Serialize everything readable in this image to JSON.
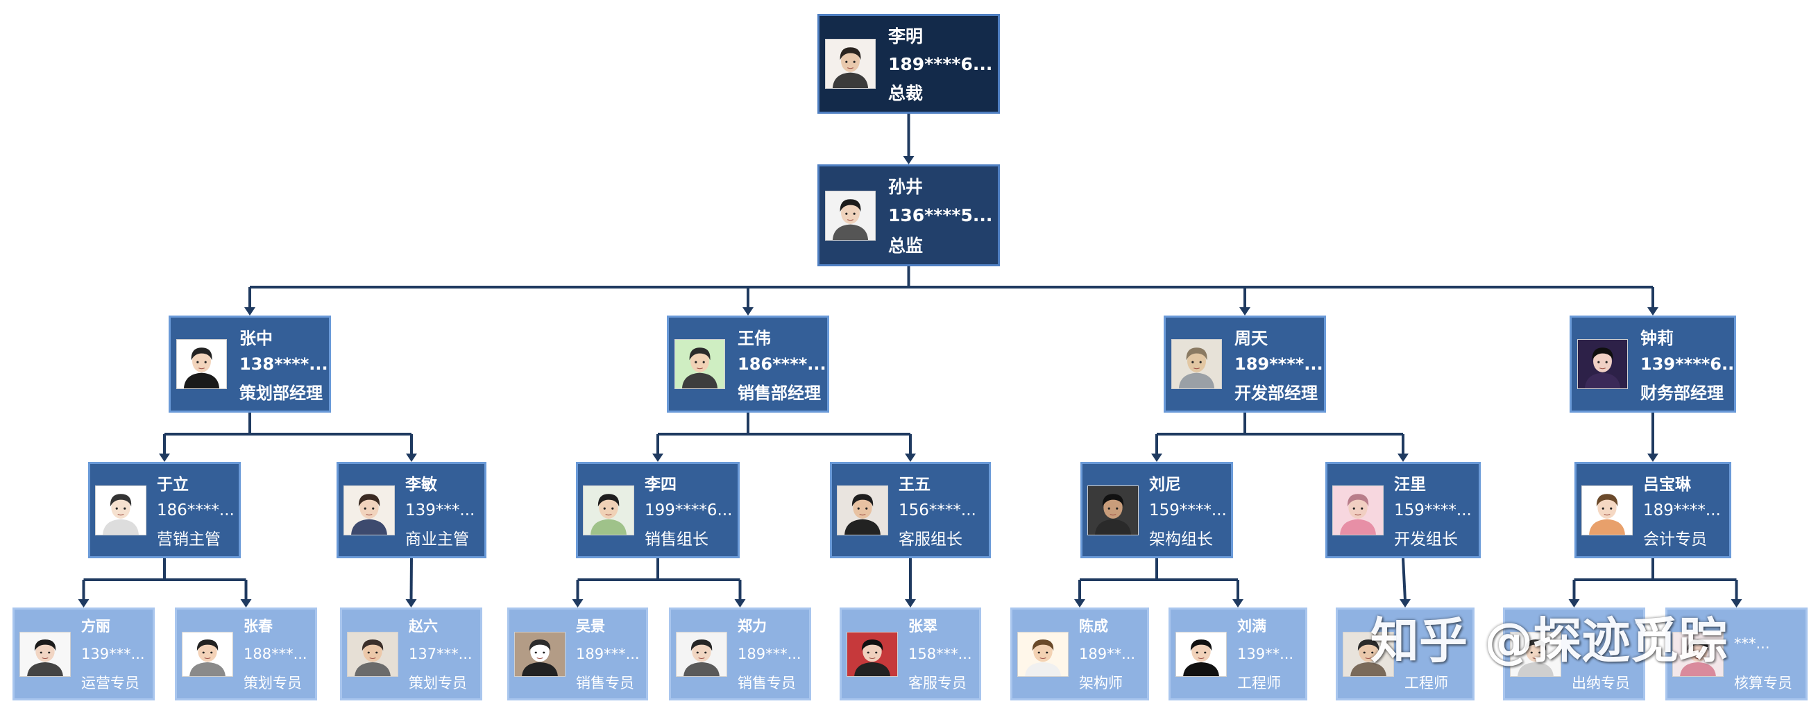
{
  "colors": {
    "connector": "#1f3a60",
    "level0": "#132a4a",
    "level1": "#22406b",
    "level2": "#345f98",
    "level3": "#345f98",
    "level4": "#8fb2e2"
  },
  "nodes": [
    {
      "id": "n0",
      "parent": null,
      "level": 0,
      "name": "李明",
      "phone": "189****6...",
      "title": "总裁",
      "avatar": "avatar-young-man-dark-hair"
    },
    {
      "id": "n1",
      "parent": "n0",
      "level": 1,
      "name": "孙井",
      "phone": "136****5...",
      "title": "总监",
      "avatar": "avatar-woman-long-hair"
    },
    {
      "id": "n2",
      "parent": "n1",
      "level": 2,
      "name": "张中",
      "phone": "138****...",
      "title": "策划部经理",
      "avatar": "avatar-man-suit"
    },
    {
      "id": "n3",
      "parent": "n1",
      "level": 2,
      "name": "王伟",
      "phone": "186****...",
      "title": "销售部经理",
      "avatar": "avatar-man-green-background"
    },
    {
      "id": "n4",
      "parent": "n1",
      "level": 2,
      "name": "周天",
      "phone": "189****...",
      "title": "开发部经理",
      "avatar": "avatar-boy-sketch"
    },
    {
      "id": "n5",
      "parent": "n1",
      "level": 2,
      "name": "钟莉",
      "phone": "139****6...",
      "title": "财务部经理",
      "avatar": "avatar-woman-dark-background"
    },
    {
      "id": "n6",
      "parent": "n2",
      "level": 3,
      "name": "于立",
      "phone": "186****...",
      "title": "营销主管",
      "avatar": "avatar-man-glasses-sketch"
    },
    {
      "id": "n7",
      "parent": "n2",
      "level": 3,
      "name": "李敏",
      "phone": "139***...",
      "title": "商业主管",
      "avatar": "avatar-woman-bob-hair"
    },
    {
      "id": "n8",
      "parent": "n3",
      "level": 3,
      "name": "李四",
      "phone": "199****6...",
      "title": "销售组长",
      "avatar": "avatar-boy-green-shirt"
    },
    {
      "id": "n9",
      "parent": "n3",
      "level": 3,
      "name": "王五",
      "phone": "156****...",
      "title": "客服组长",
      "avatar": "avatar-man-glasses"
    },
    {
      "id": "n10",
      "parent": "n4",
      "level": 3,
      "name": "刘尼",
      "phone": "159****...",
      "title": "架构组长",
      "avatar": "avatar-man-hand-on-chin"
    },
    {
      "id": "n11",
      "parent": "n4",
      "level": 3,
      "name": "汪里",
      "phone": "159****...",
      "title": "开发组长",
      "avatar": "avatar-woman-pink"
    },
    {
      "id": "n12",
      "parent": "n5",
      "level": 3,
      "name": "吕宝琳",
      "phone": "189****...",
      "title": "会计专员",
      "avatar": "avatar-girl-braids"
    },
    {
      "id": "n13",
      "parent": "n6",
      "level": 4,
      "name": "方丽",
      "phone": "139***...",
      "title": "运营专员",
      "avatar": "avatar-woman-long-hair-sketch"
    },
    {
      "id": "n14",
      "parent": "n6",
      "level": 4,
      "name": "张春",
      "phone": "188***...",
      "title": "策划专员",
      "avatar": "avatar-man-cartoon"
    },
    {
      "id": "n15",
      "parent": "n7",
      "level": 4,
      "name": "赵六",
      "phone": "137***...",
      "title": "策划专员",
      "avatar": "avatar-man-hoodie"
    },
    {
      "id": "n16",
      "parent": "n8",
      "level": 4,
      "name": "吴景",
      "phone": "189***...",
      "title": "销售专员",
      "avatar": "avatar-person-brown-background"
    },
    {
      "id": "n17",
      "parent": "n8",
      "level": 4,
      "name": "郑力",
      "phone": "189***...",
      "title": "销售专员",
      "avatar": "avatar-girl-short-hair"
    },
    {
      "id": "n18",
      "parent": "n9",
      "level": 4,
      "name": "张翠",
      "phone": "158***...",
      "title": "客服专员",
      "avatar": "avatar-woman-red-background"
    },
    {
      "id": "n19",
      "parent": "n10",
      "level": 4,
      "name": "陈成",
      "phone": "189**...",
      "title": "架构师",
      "avatar": "avatar-boy-cartoon"
    },
    {
      "id": "n20",
      "parent": "n10",
      "level": 4,
      "name": "刘满",
      "phone": "139**...",
      "title": "工程师",
      "avatar": "avatar-man-black-shirt"
    },
    {
      "id": "n21",
      "parent": "n11",
      "level": 4,
      "name": "",
      "phone": "",
      "title": "工程师",
      "avatar": "avatar-man-with-cat"
    },
    {
      "id": "n22",
      "parent": "n12",
      "level": 4,
      "name": "",
      "phone": "",
      "title": "出纳专员",
      "avatar": "avatar-man-sketch"
    },
    {
      "id": "n23",
      "parent": "n12",
      "level": 4,
      "name": "",
      "phone": "***...",
      "title": "核算专员",
      "avatar": "avatar-woman-pink-bow"
    }
  ],
  "watermark": "知乎 @探迹觅踪"
}
